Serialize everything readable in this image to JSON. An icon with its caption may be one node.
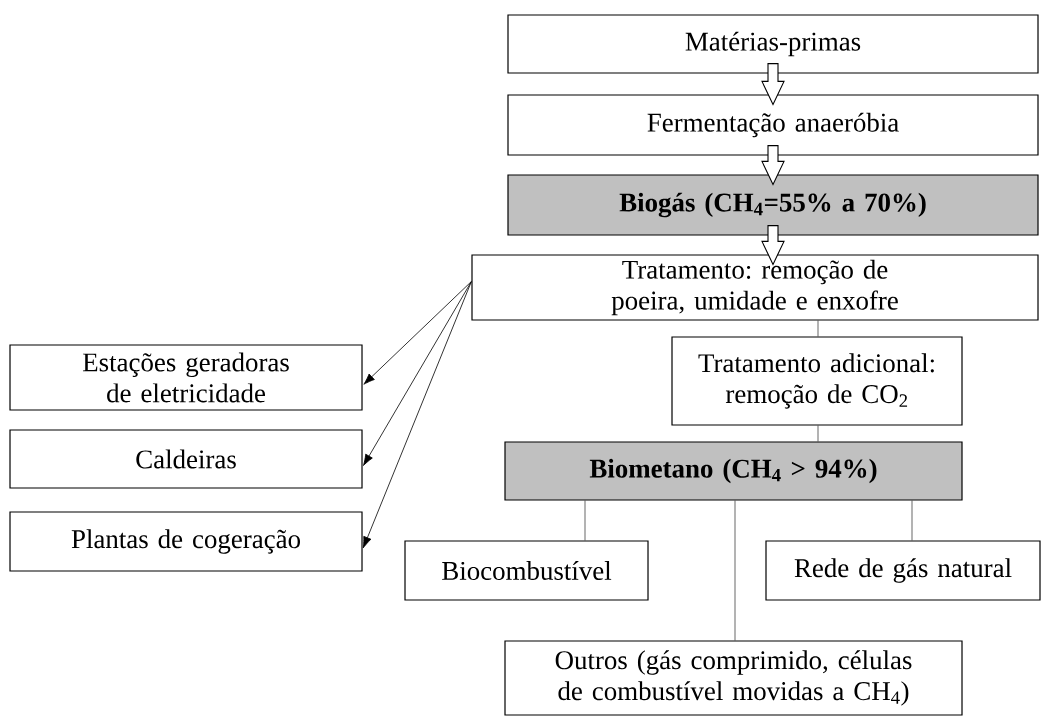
{
  "diagram": {
    "nodes": [
      {
        "text": [
          "Matérias-primas"
        ]
      },
      {
        "text": [
          "Fermentação anaeróbia"
        ]
      },
      {
        "text": [
          "Biogás (CH$_{4}$=55% a 70%)"
        ]
      },
      {
        "text": [
          "Tratamento: remoção de poeira, umidade e enxofre"
        ]
      },
      {
        "text": [
          "Estações geradoras de eletricidade"
        ]
      },
      {
        "text": [
          "Tratamento adicional: remoção de CO$_{2}$"
        ]
      },
      {
        "text": [
          "Caldeiras"
        ]
      },
      {
        "text": [
          "Biometano (CH$_{4}$ > 94%)"
        ]
      },
      {
        "text": [
          "Plantas de cogeração"
        ]
      },
      {
        "text": [
          "Biocombustível"
        ]
      },
      {
        "text": [
          "Rede de gás natural"
        ]
      },
      {
        "text": [
          "Outros (gás comprimido, células de combustível movidas a CH$_{4}$)"
        ]
      }
    ],
    "edges": [
      {
        "from": 0,
        "to": 1,
        "arrow": "to",
        "style": "thick"
      },
      {
        "from": 1,
        "to": 2,
        "arrow": "to",
        "style": "thick"
      },
      {
        "from": 2,
        "to": 3,
        "arrow": "to",
        "style": "thick"
      },
      {
        "from": 3,
        "to": 4,
        "arrow": "to"
      },
      {
        "from": 3,
        "to": 6,
        "arrow": "to"
      },
      {
        "from": 3,
        "to": 8,
        "arrow": "to"
      },
      {
        "from": 3,
        "to": 5,
        "arrow": "none"
      },
      {
        "from": 5,
        "to": 7,
        "arrow": "none"
      },
      {
        "from": 7,
        "to": 9,
        "arrow": "none"
      },
      {
        "from": 7,
        "to": 11,
        "arrow": "none"
      },
      {
        "from": 7,
        "to": 10,
        "arrow": "none"
      }
    ]
  }
}
